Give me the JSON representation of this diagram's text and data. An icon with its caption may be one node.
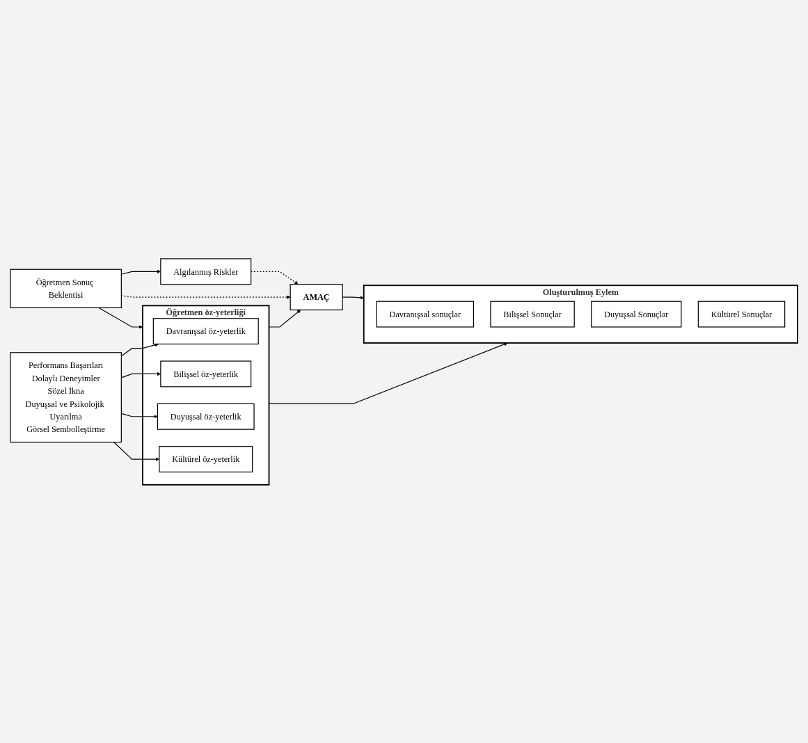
{
  "diagram": {
    "nodes": [
      {
        "text": [
          "Öğretmen öz-yeterliği"
        ]
      },
      {
        "text": [
          "Davranışsal öz-yeterlik"
        ],
        "in": 0
      },
      {
        "text": [
          "Bilişsel öz-yeterlik"
        ],
        "in": 0
      },
      {
        "text": [
          "Duyuşsal öz-yeterlik"
        ],
        "in": 0
      },
      {
        "text": [
          "Kültürel öz-yeterlik"
        ],
        "in": 0
      },
      {
        "text": [
          "Performans Başarıları",
          "Dolaylı Deneyimler",
          "Sözel İkna",
          "Duyuşsal ve Psikolojik Uyarılma",
          "Görsel Sembolleştirme"
        ]
      },
      {
        "text": [
          "Öğretmen Sonuç Beklentisi"
        ]
      },
      {
        "text": [
          "Algılanmış Riskler"
        ]
      },
      {
        "text": [
          "AMAÇ"
        ]
      },
      {
        "text": [
          "Oluşturulmuş Eylem"
        ]
      },
      {
        "text": [
          "Davranışsal sonuçlar"
        ],
        "in": 9
      },
      {
        "text": [
          "Bilişsel Sonuçlar"
        ],
        "in": 9
      },
      {
        "text": [
          "Duyuşsal Sonuçlar"
        ],
        "in": 9
      },
      {
        "text": [
          "Kültürel Sonuçlar"
        ],
        "in": 9
      }
    ],
    "edges": [
      {
        "from": 5,
        "to": 1,
        "arrow": "to"
      },
      {
        "from": 5,
        "to": 2,
        "arrow": "to"
      },
      {
        "from": 5,
        "to": 3,
        "arrow": "to"
      },
      {
        "from": 5,
        "to": 4,
        "arrow": "to"
      },
      {
        "from": 6,
        "to": 0,
        "arrow": "to"
      },
      {
        "from": 6,
        "to": 7,
        "arrow": "to"
      },
      {
        "from": 6,
        "to": 8,
        "arrow": "to",
        "style": "dashed"
      },
      {
        "from": 7,
        "to": 8,
        "arrow": "to",
        "style": "dashed"
      },
      {
        "from": 0,
        "to": 8,
        "arrow": "to"
      },
      {
        "from": 8,
        "to": 9,
        "arrow": "to"
      },
      {
        "from": 0,
        "to": 9,
        "arrow": "to"
      }
    ]
  }
}
